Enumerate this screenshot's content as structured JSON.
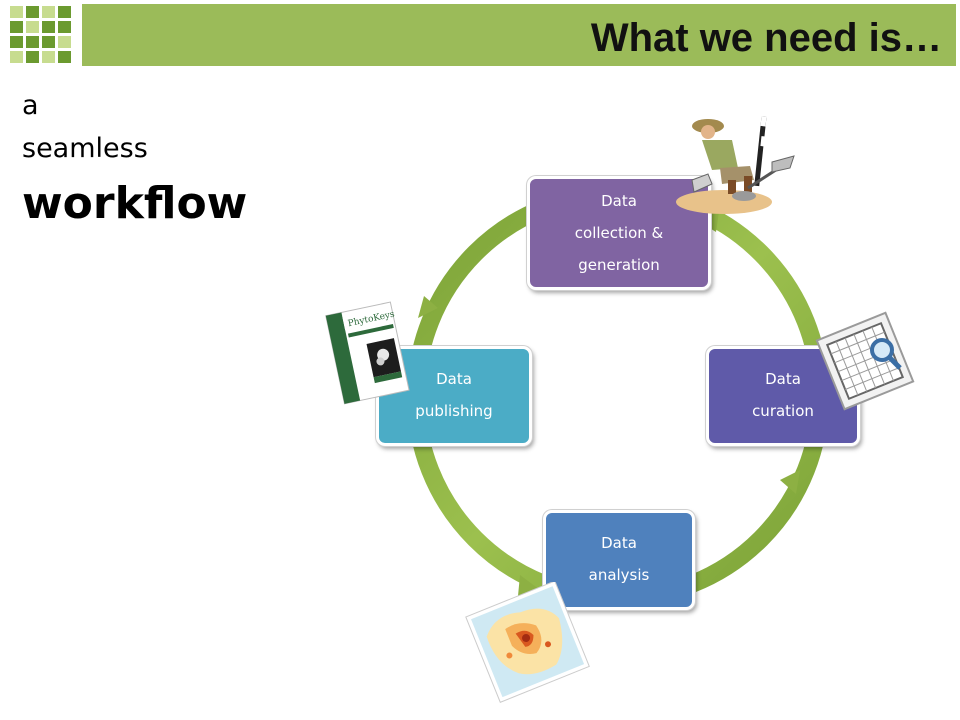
{
  "header": {
    "title": "What we need is…",
    "logo_icon": "green-grid-logo-icon",
    "bar_color": "#9bbb59"
  },
  "intro": {
    "line1": "a",
    "line2": "seamless",
    "line3": "workflow"
  },
  "cycle": {
    "ring_color": "#8db043",
    "nodes": [
      {
        "line1": "Data",
        "line2": "collection &",
        "line3": "generation",
        "color": "#8064a2"
      },
      {
        "line1": "Data",
        "line2": "curation",
        "color": "#5f5aa9"
      },
      {
        "line1": "Data",
        "line2": "analysis",
        "color": "#4f81bd"
      },
      {
        "line1": "Data",
        "line2": "publishing",
        "color": "#4bacc6"
      }
    ]
  },
  "illustrations": {
    "collector": "field-collector-icon",
    "spreadsheet": "spreadsheet-magnifier-icon",
    "map": "heatmap-europe-icon",
    "journal": "journal-cover-icon",
    "journal_title": "PhytoKeys"
  }
}
